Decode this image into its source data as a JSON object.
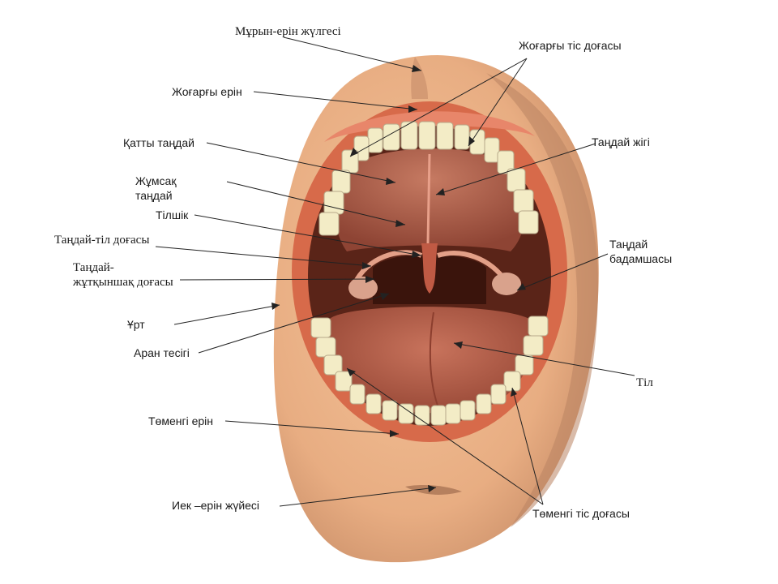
{
  "diagram": {
    "labels": {
      "philtrum": "Мұрын-ерін жүлгесі",
      "upper_dental_arch": "Жоғарғы тіс доғасы",
      "upper_lip": "Жоғарғы ерін",
      "hard_palate": "Қатты таңдай",
      "palatine_raphe": "Таңдай жігі",
      "soft_palate_line1": "Жұмсақ",
      "soft_palate_line2": "таңдай",
      "uvula": "Тілшік",
      "palatoglossal_arch": "Таңдай-тіл доғасы",
      "palatopharyngeal_arch_line1": "Таңдай-",
      "palatopharyngeal_arch_line2": "жұтқыншақ доғасы",
      "palatine_tonsil_line1": "Таңдай",
      "palatine_tonsil_line2": "бадамшасы",
      "cheek": "Ұрт",
      "fauces": "Аран тесігі",
      "tongue": "Тіл",
      "lower_lip": "Төменгі ерін",
      "mentolabial_sulcus": "Иек –ерін жүйесі",
      "lower_dental_arch": "Төменгі тіс доғасы"
    },
    "colors": {
      "skin": "#ecb488",
      "skin_shadow": "#c08a68",
      "lip": "#d76a4a",
      "mouth_dark": "#5a2418",
      "palate": "#b8644c",
      "tongue": "#b8624e",
      "teeth": "#f3ecc6",
      "leader_line": "#222222"
    }
  }
}
